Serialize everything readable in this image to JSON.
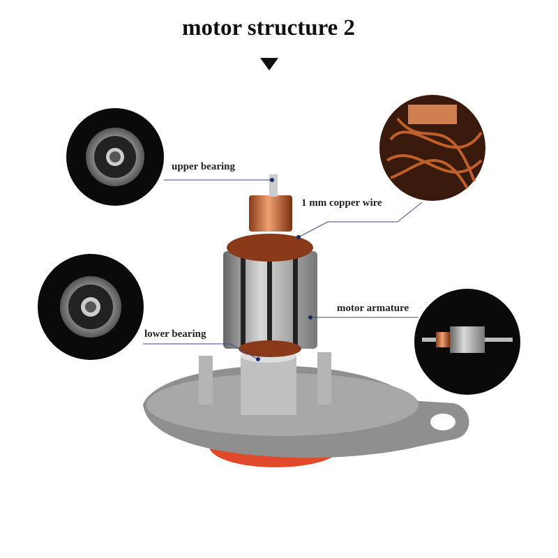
{
  "title": "motor structure 2",
  "labels": {
    "upper_bearing": "upper bearing",
    "copper_wire": "1 mm copper wire",
    "motor_armature": "motor armature",
    "lower_bearing": "lower bearing"
  },
  "colors": {
    "copper": "#b5532a",
    "steel": "#a9a9a9",
    "plate": "#8f8f8f",
    "red_base": "#e04a2a",
    "line": "#3a4a8a"
  }
}
